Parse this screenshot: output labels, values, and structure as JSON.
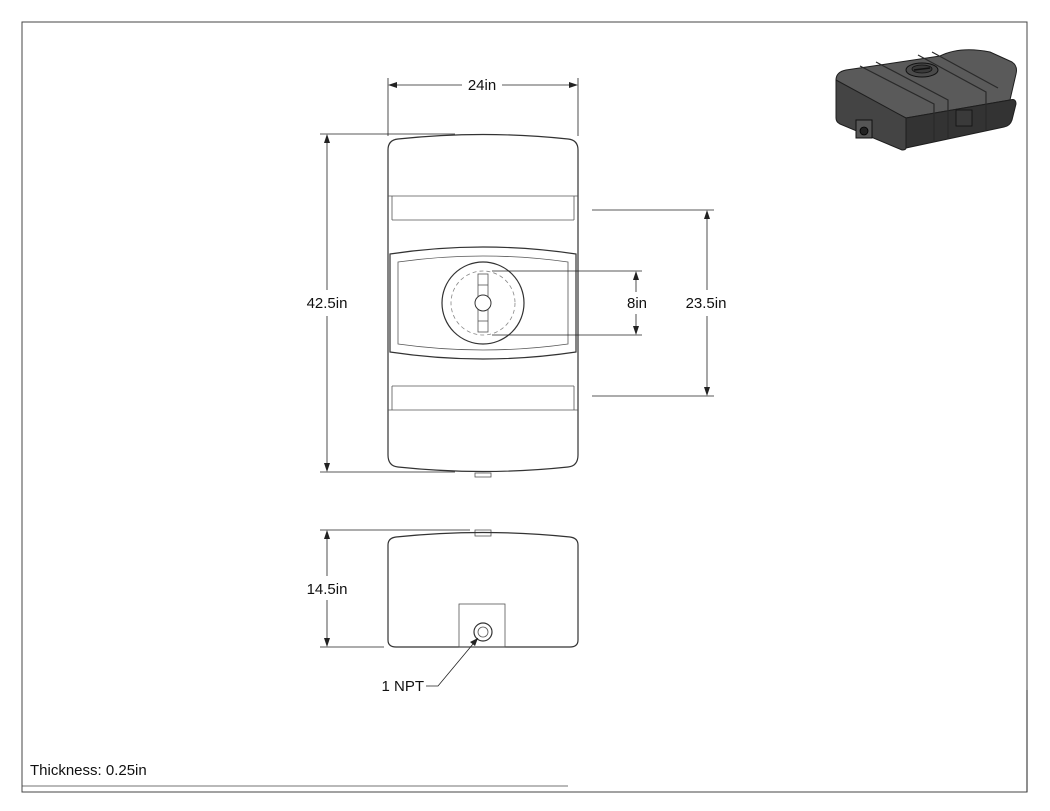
{
  "dimensions": {
    "width": "24in",
    "length": "42.5in",
    "band_spacing": "23.5in",
    "lid_diameter": "8in",
    "height": "14.5in"
  },
  "notes": {
    "fitting": "1 NPT",
    "thickness": "Thickness: 0.25in"
  },
  "colors": {
    "line": "#333333",
    "tank_render": "#3d3d3d"
  }
}
